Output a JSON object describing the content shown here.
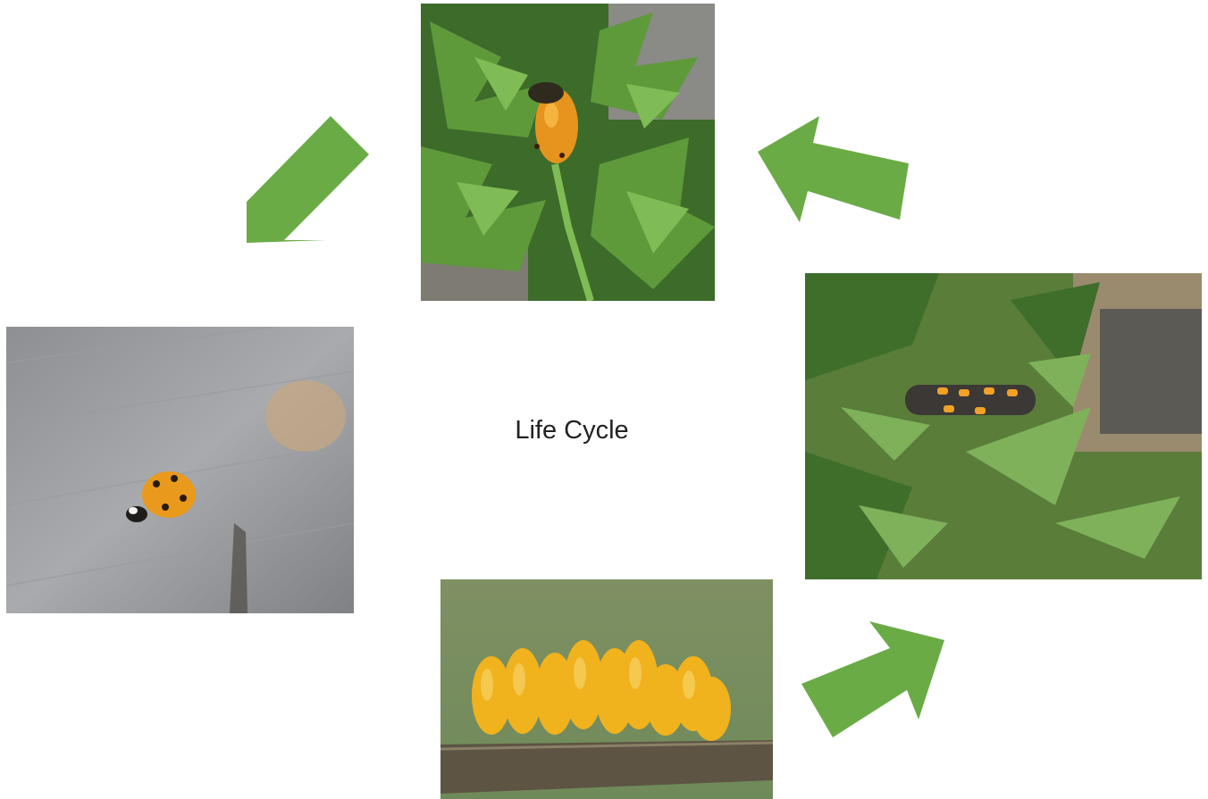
{
  "title": "Life Cycle",
  "stages": {
    "eggs": "eggs-photo",
    "larva": "larva-photo",
    "pupa": "pupa-photo",
    "adult": "adult-ladybug-photo"
  },
  "colors": {
    "arrow": "#6aab46",
    "background": "#ffffff"
  },
  "icons": [
    "cycle-arrow-icon"
  ]
}
